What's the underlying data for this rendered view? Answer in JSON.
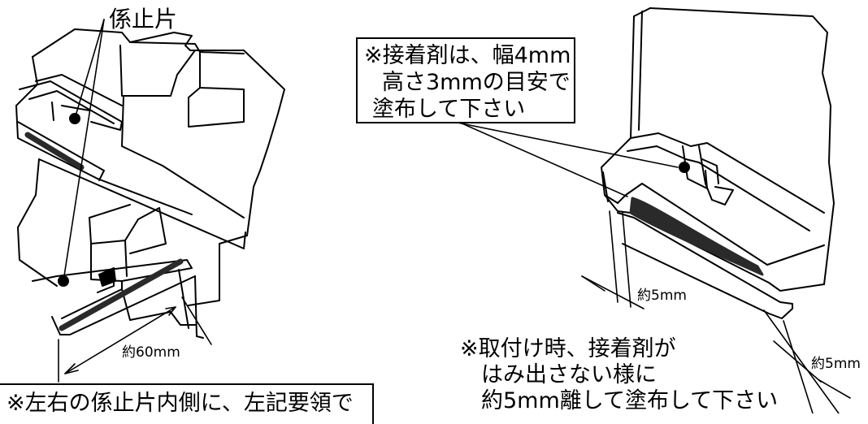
{
  "labels": {
    "locking_piece": "係止片",
    "dim_60": "約60mm",
    "dim_5a": "約5mm",
    "dim_5b": "約5mm"
  },
  "notes": {
    "adhesive_box": {
      "line1": "※接着剤は、幅4mm",
      "line2": "高さ3mmの目安で",
      "line3": "塗布して下さい"
    },
    "mounting": {
      "line1": "※取付け時、接着剤が",
      "line2": "はみ出さない様に",
      "line3": "約5mm離して塗布して下さい"
    },
    "bottom_left": {
      "line1": "※左右の係止片内側に、左記要領で"
    }
  },
  "colors": {
    "line": "#000000",
    "adhesive": "#2a2a2a",
    "background": "#ffffff"
  }
}
